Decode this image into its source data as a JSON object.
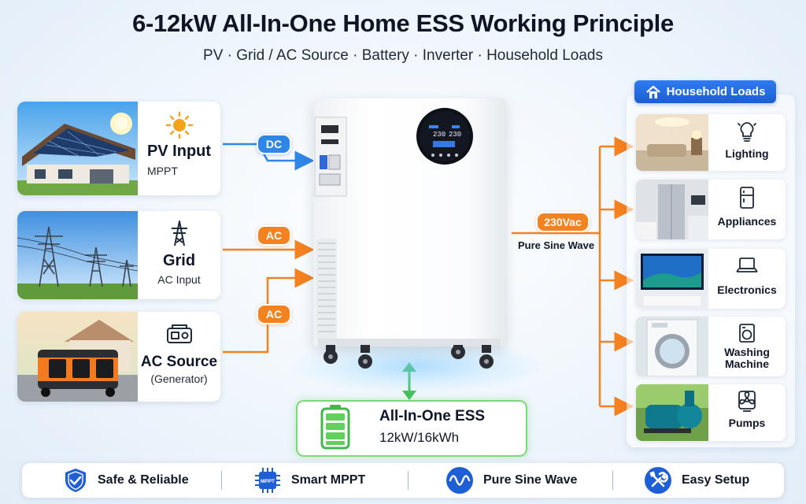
{
  "title": "6-12kW All-In-One Home ESS Working Principle",
  "subtitle": "PV · Grid / AC Source · Battery · Inverter · Household Loads",
  "sources": [
    {
      "title": "PV Input",
      "sub": "MPPT",
      "icon": "sun-icon"
    },
    {
      "title": "Grid",
      "sub": "AC Input",
      "icon": "transmission-tower-icon"
    },
    {
      "title": "AC Source",
      "sub": "(Generator)",
      "icon": "generator-icon"
    }
  ],
  "flow_labels": {
    "dc": "DC",
    "ac1": "AC",
    "ac2": "AC",
    "output": "230Vac",
    "output_sub": "Pure Sine Wave"
  },
  "display": {
    "v1": "230",
    "v2": "230"
  },
  "ess": {
    "title": "All-In-One ESS",
    "spec": "12kW/16kWh"
  },
  "loads": {
    "header": "Household Loads",
    "items": [
      {
        "label": "Lighting"
      },
      {
        "label": "Appliances"
      },
      {
        "label": "Electronics"
      },
      {
        "label_line1": "Washing",
        "label_line2": "Machine"
      },
      {
        "label": "Pumps"
      }
    ]
  },
  "features": [
    {
      "label": "Safe & Reliable"
    },
    {
      "label": "Smart MPPT",
      "chip_text": "MPPT"
    },
    {
      "label": "Pure Sine Wave"
    },
    {
      "label": "Easy Setup"
    }
  ],
  "colors": {
    "blue": "#2f86e6",
    "orange": "#f58220",
    "green": "#4cc94a",
    "navy": "#0e1524"
  }
}
